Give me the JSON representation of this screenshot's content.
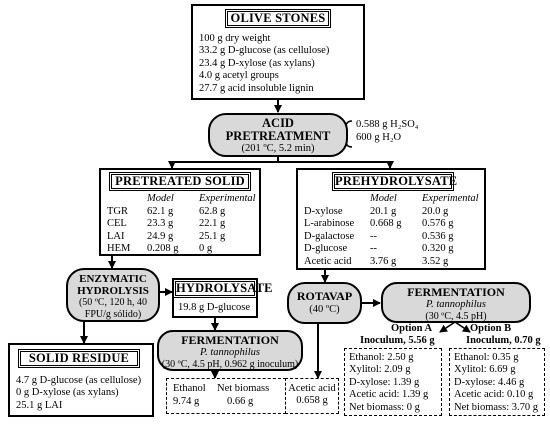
{
  "olive_stones": {
    "title": "OLIVE STONES",
    "lines": [
      "100 g dry weight",
      "33.2 g D-glucose (as cellulose)",
      "23.4 g D-xylose (as xylans)",
      "4.0 g acetyl groups",
      "27.7 g acid insoluble lignin"
    ]
  },
  "acid_pretreatment": {
    "title1": "ACID",
    "title2": "PRETREATMENT",
    "conditions": "(201 ºC, 5.2 min)",
    "inputs": [
      "0.588 g H₂SO₄",
      "600 g H₂O"
    ]
  },
  "pretreated_solid": {
    "title": "PRETREATED SOLID",
    "headers": [
      "",
      "Model",
      "Experimental"
    ],
    "rows": [
      [
        "TGR",
        "62.1 g",
        "62.8 g"
      ],
      [
        "CEL",
        "23.3 g",
        "22.1 g"
      ],
      [
        "LAI",
        "24.9 g",
        "25.1 g"
      ],
      [
        "HEM",
        "0.208 g",
        "0 g"
      ]
    ]
  },
  "prehydrolysate": {
    "title": "PREHYDROLYSATE",
    "headers": [
      "",
      "Model",
      "Experimental"
    ],
    "rows": [
      [
        "D-xylose",
        "20.1 g",
        "20.0 g"
      ],
      [
        "L-arabinose",
        "0.668 g",
        "0.576 g"
      ],
      [
        "D-galactose",
        "--",
        "0.536 g"
      ],
      [
        "D-glucose",
        "--",
        "0.320 g"
      ],
      [
        "Acetic acid",
        "3.76 g",
        "3.52 g"
      ]
    ]
  },
  "enzymatic_hydrolysis": {
    "title1": "ENZYMATIC",
    "title2": "HYDROLYSIS",
    "conditions1": "(50 ºC, 120 h, 40",
    "conditions2": "FPU/g sólido)"
  },
  "hydrolysate": {
    "title": "HYDROLYSATE",
    "value": "19.8 g D-glucose"
  },
  "fermentation_1": {
    "title": "FERMENTATION",
    "organism": "P. tannophilus",
    "conditions": "(30 ºC, 4.5 pH, 0.962 g inoculum)"
  },
  "fermentation_1_result": {
    "headers": [
      "Ethanol",
      "Net biomass"
    ],
    "values": [
      "9.74 g",
      "0.66 g"
    ]
  },
  "solid_residue": {
    "title": "SOLID RESIDUE",
    "lines": [
      "4.7 g D-glucose (as cellulose)",
      "0 g D-xylose (as xylans)",
      "25.1 g LAI"
    ]
  },
  "rotavap": {
    "title": "ROTAVAP",
    "conditions": "(40 ºC)"
  },
  "rotavap_result": {
    "label": "Acetic acid",
    "value": "0.658 g"
  },
  "fermentation_2": {
    "title": "FERMENTATION",
    "organism": "P. tannophilus",
    "conditions": "(30 ºC, 4.5 pH)"
  },
  "option_a": {
    "label": "Option A",
    "inoculum": "Inoculum, 5.56 g",
    "lines": [
      "Ethanol: 2.50 g",
      "Xylitol: 2.09 g",
      "D-xylose: 1.39 g",
      "Acetic acid: 1.39 g",
      "Net biomass: 0 g"
    ]
  },
  "option_b": {
    "label": "Option B",
    "inoculum": "Inoculum, 0.70 g",
    "lines": [
      "Ethanol: 0.35 g",
      "Xylitol: 6.69 g",
      "D-xylose: 4.46 g",
      "Acetic acid: 0.10 g",
      "Net biomass: 3.70 g"
    ]
  }
}
